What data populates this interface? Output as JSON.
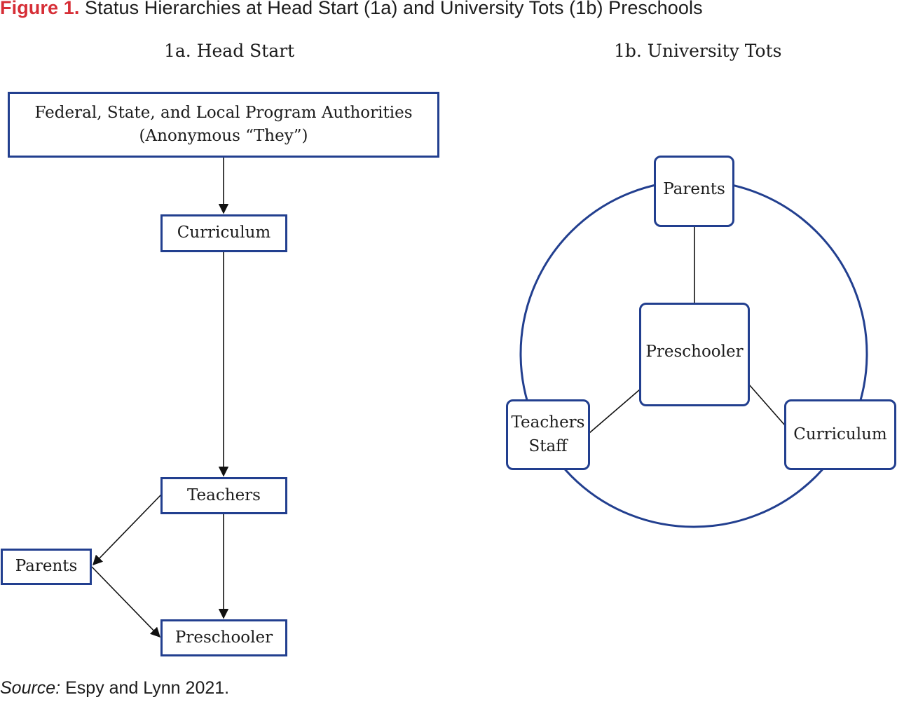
{
  "figure": {
    "label": "Figure 1.",
    "caption": "Status Hierarchies at Head Start (1a) and University Tots (1b) Preschools"
  },
  "panel_a": {
    "title": "1a. Head Start",
    "nodes": {
      "authorities_line1": "Federal, State, and Local Program Authorities",
      "authorities_line2": "(Anonymous “They”)",
      "curriculum": "Curriculum",
      "teachers": "Teachers",
      "parents": "Parents",
      "preschooler": "Preschooler"
    }
  },
  "panel_b": {
    "title": "1b. University Tots",
    "nodes": {
      "parents": "Parents",
      "preschooler": "Preschooler",
      "teachers_line1": "Teachers",
      "teachers_line2": "Staff",
      "curriculum": "Curriculum"
    }
  },
  "source": {
    "label": "Source:",
    "text": "Espy and Lynn 2021."
  },
  "colors": {
    "box_border": "#223f8f",
    "figure_label": "#d62e36",
    "connector": "#111111"
  }
}
